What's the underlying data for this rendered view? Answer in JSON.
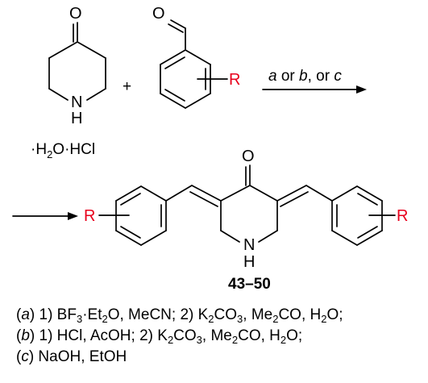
{
  "atoms": {
    "oxygen": "O",
    "nitrogen": "N",
    "hydrogen": "H",
    "substituent": "R"
  },
  "salt": {
    "dot1": "·",
    "water": "H",
    "water_sub": "2",
    "water_o": "O",
    "dot2": "·",
    "acid": "HCl"
  },
  "plus": "+",
  "arrow_conditions": {
    "a": "a",
    "or1": " or ",
    "b": "b",
    "or2": ", or ",
    "c": "c"
  },
  "compound_label": "43–50",
  "conditions": [
    {
      "key": "a",
      "parts": [
        {
          "t": "("
        },
        {
          "t": "a",
          "i": true
        },
        {
          "t": ") 1) BF"
        },
        {
          "t": "3",
          "sub": true
        },
        {
          "t": "·Et"
        },
        {
          "t": "2",
          "sub": true
        },
        {
          "t": "O, MeCN; 2) K"
        },
        {
          "t": "2",
          "sub": true
        },
        {
          "t": "CO"
        },
        {
          "t": "3",
          "sub": true
        },
        {
          "t": ", Me"
        },
        {
          "t": "2",
          "sub": true
        },
        {
          "t": "CO, H"
        },
        {
          "t": "2",
          "sub": true
        },
        {
          "t": "O;"
        }
      ]
    },
    {
      "key": "b",
      "parts": [
        {
          "t": "("
        },
        {
          "t": "b",
          "i": true
        },
        {
          "t": ") 1) HCl, AcOH; 2) K"
        },
        {
          "t": "2",
          "sub": true
        },
        {
          "t": "CO"
        },
        {
          "t": "3",
          "sub": true
        },
        {
          "t": ", Me"
        },
        {
          "t": "2",
          "sub": true
        },
        {
          "t": "CO, H"
        },
        {
          "t": "2",
          "sub": true
        },
        {
          "t": "O;"
        }
      ]
    },
    {
      "key": "c",
      "parts": [
        {
          "t": "("
        },
        {
          "t": "c",
          "i": true
        },
        {
          "t": ") NaOH, EtOH"
        }
      ]
    }
  ],
  "colors": {
    "ink": "#000000",
    "substituent": "#e8001c"
  }
}
